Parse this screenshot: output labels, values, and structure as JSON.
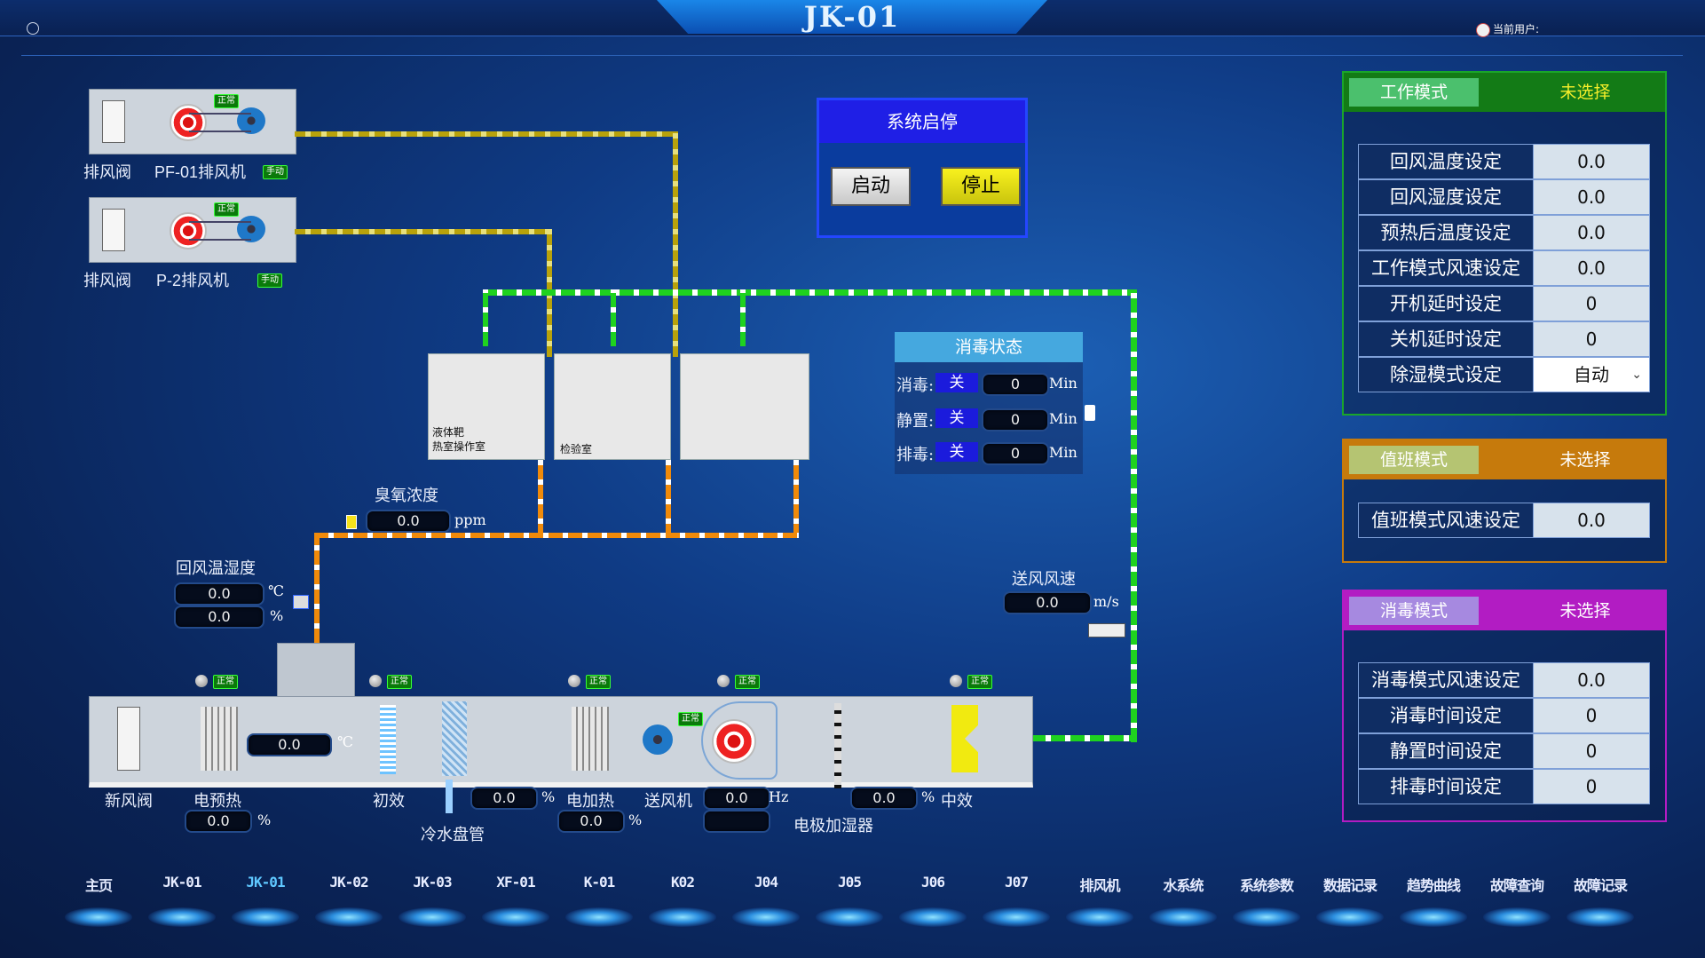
{
  "header": {
    "title": "JK-01",
    "user_label": "当前用户:"
  },
  "exhaust": {
    "fan1": {
      "damper": "排风阀",
      "name": "PF-01排风机",
      "status": "正常",
      "mode": "手动"
    },
    "fan2": {
      "damper": "排风阀",
      "name": "P-2排风机",
      "status": "正常",
      "mode": "手动"
    }
  },
  "system": {
    "title": "系统启停",
    "start": "启动",
    "stop": "停止"
  },
  "rooms": [
    {
      "name": "液体靶\n热室操作室"
    },
    {
      "name": "检验室"
    },
    {
      "name": ""
    }
  ],
  "disinfect_status": {
    "title": "消毒状态",
    "unit": "Min",
    "rows": [
      {
        "label": "消毒:",
        "state": "关",
        "value": "0"
      },
      {
        "label": "静置:",
        "state": "关",
        "value": "0"
      },
      {
        "label": "排毒:",
        "state": "关",
        "value": "0"
      }
    ]
  },
  "ozone": {
    "label": "臭氧浓度",
    "value": "0.0",
    "unit": "ppm"
  },
  "return_air": {
    "label": "回风温湿度",
    "temp": "0.0",
    "temp_unit": "℃",
    "hum": "0.0",
    "hum_unit": "%"
  },
  "supply_speed": {
    "label": "送风风速",
    "value": "0.0",
    "unit": "m/s"
  },
  "ahu": {
    "status_text": "正常",
    "fan_status": "正常",
    "preheat_temp": "0.0",
    "preheat_unit": "℃",
    "fresh_damper": "新风阀",
    "preheat": "电预热",
    "preheat_value": "0.0",
    "preheat_pct": "%",
    "primary": "初效",
    "coil": "冷水盘管",
    "coil_value": "0.0",
    "coil_pct": "%",
    "heater": "电加热",
    "heater_value": "0.0",
    "heater_pct": "%",
    "fan": "送风机",
    "fan_hz": "0.0",
    "fan_hz_unit": "Hz",
    "humid": "电极加湿器",
    "humid_value": "0.0",
    "humid_pct": "%",
    "medium": "中效"
  },
  "work_mode": {
    "title": "工作模式",
    "state": "未选择",
    "rows": [
      {
        "label": "回风温度设定",
        "value": "0.0"
      },
      {
        "label": "回风湿度设定",
        "value": "0.0"
      },
      {
        "label": "预热后温度设定",
        "value": "0.0"
      },
      {
        "label": "工作模式风速设定",
        "value": "0.0"
      },
      {
        "label": "开机延时设定",
        "value": "0"
      },
      {
        "label": "关机延时设定",
        "value": "0"
      }
    ],
    "dehum": {
      "label": "除湿模式设定",
      "value": "自动"
    }
  },
  "duty_mode": {
    "title": "值班模式",
    "state": "未选择",
    "rows": [
      {
        "label": "值班模式风速设定",
        "value": "0.0"
      }
    ]
  },
  "disinfect_mode": {
    "title": "消毒模式",
    "state": "未选择",
    "rows": [
      {
        "label": "消毒模式风速设定",
        "value": "0.0"
      },
      {
        "label": "消毒时间设定",
        "value": "0"
      },
      {
        "label": "静置时间设定",
        "value": "0"
      },
      {
        "label": "排毒时间设定",
        "value": "0"
      }
    ]
  },
  "nav": [
    "主页",
    "JK-01",
    "JK-01",
    "JK-02",
    "JK-03",
    "XF-01",
    "K-01",
    "K02",
    "J04",
    "J05",
    "J06",
    "J07",
    "排风机",
    "水系统",
    "系统参数",
    "数据记录",
    "趋势曲线",
    "故障查询",
    "故障记录"
  ],
  "colors": {
    "work": "#14a81e",
    "duty": "#c67a0c",
    "disinfect": "#b21cc3",
    "active_nav": "#5fc8ff"
  }
}
